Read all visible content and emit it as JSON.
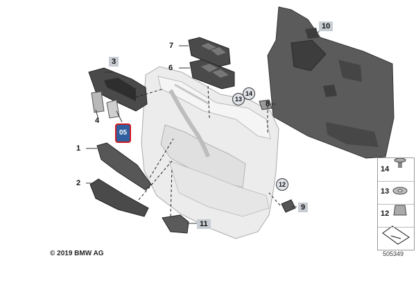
{
  "parts": {
    "p1": "1",
    "p2": "2",
    "p3": "3",
    "p4": "4",
    "p5": "05",
    "p6": "6",
    "p7": "7",
    "p8": "8",
    "p9": "9",
    "p10": "10",
    "p11": "11",
    "p12": "12",
    "p13": "13",
    "p14": "14"
  },
  "legend": {
    "l14": "14",
    "l13": "13",
    "l12": "12"
  },
  "copyright": "© 2019 BMW AG",
  "figure_number": "505349",
  "colors": {
    "highlight_border": "#d1191f",
    "highlight_fill": "#2f5f9e",
    "label_bg": "#c8cdd3"
  }
}
